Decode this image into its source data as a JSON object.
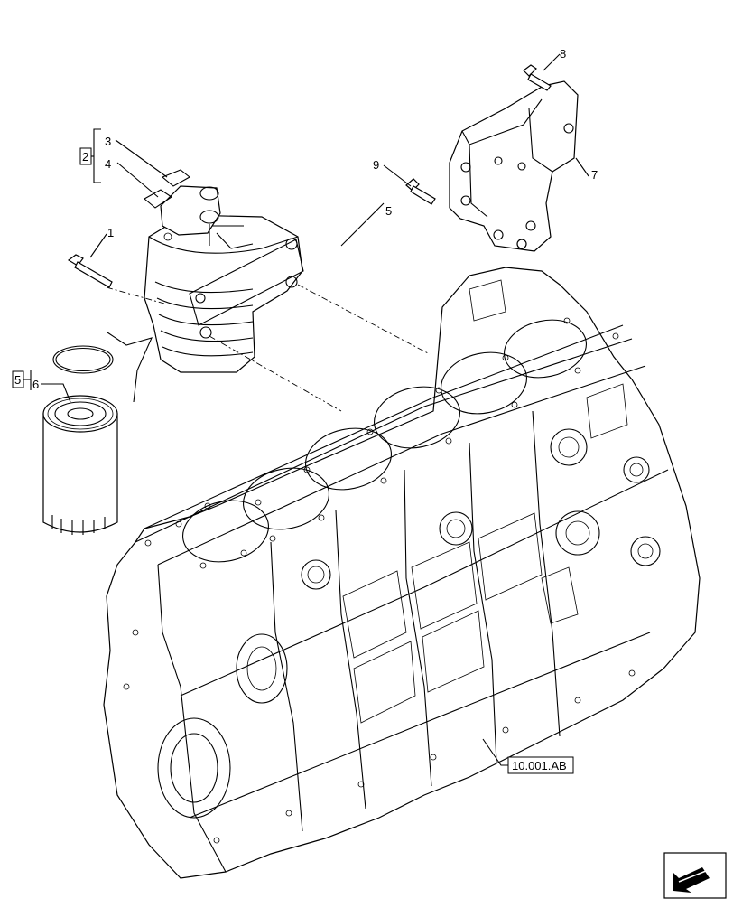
{
  "callouts": {
    "c1": "1",
    "c2": "2",
    "c3": "3",
    "c4": "4",
    "c5a": "5",
    "c5b": "5",
    "c6": "6",
    "c7": "7",
    "c8": "8",
    "c9": "9"
  },
  "reference": "10.001.AB",
  "icons": {
    "nav": "arrow-corner-icon"
  }
}
